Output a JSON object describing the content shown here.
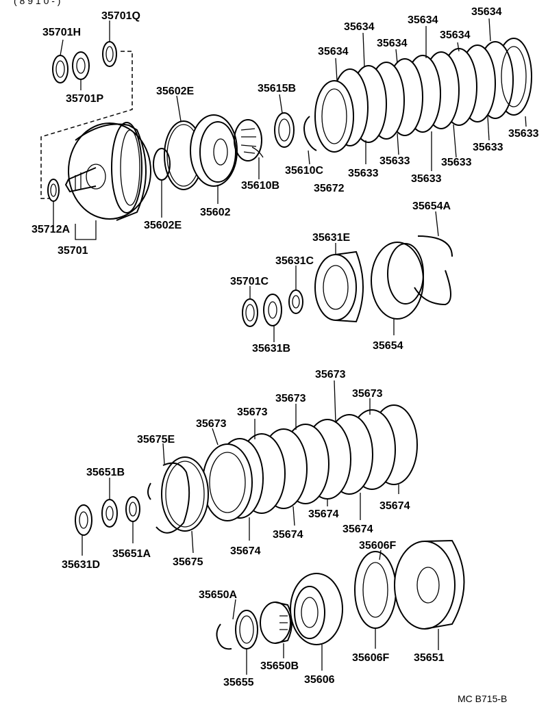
{
  "header_fragment": "( 8 9 1 0 -       )",
  "diagram_code": "MC B715-B",
  "parts": [
    {
      "id": "p1",
      "label": "35701H"
    },
    {
      "id": "p2",
      "label": "35701Q"
    },
    {
      "id": "p3",
      "label": "35701P"
    },
    {
      "id": "p4",
      "label": "35602E"
    },
    {
      "id": "p5",
      "label": "35615B"
    },
    {
      "id": "p6",
      "label": "35634"
    },
    {
      "id": "p7",
      "label": "35634"
    },
    {
      "id": "p8",
      "label": "35634"
    },
    {
      "id": "p9",
      "label": "35634"
    },
    {
      "id": "p10",
      "label": "35634"
    },
    {
      "id": "p11",
      "label": "35634"
    },
    {
      "id": "p12",
      "label": "35633"
    },
    {
      "id": "p13",
      "label": "35633"
    },
    {
      "id": "p14",
      "label": "35633"
    },
    {
      "id": "p15",
      "label": "35633"
    },
    {
      "id": "p16",
      "label": "35633"
    },
    {
      "id": "p17",
      "label": "35633"
    },
    {
      "id": "p18",
      "label": "35610C"
    },
    {
      "id": "p19",
      "label": "35672"
    },
    {
      "id": "p20",
      "label": "35610B"
    },
    {
      "id": "p21",
      "label": "35602"
    },
    {
      "id": "p22",
      "label": "35602E"
    },
    {
      "id": "p23",
      "label": "35712A"
    },
    {
      "id": "p24",
      "label": "35701"
    },
    {
      "id": "p25",
      "label": "35654A"
    },
    {
      "id": "p26",
      "label": "35631E"
    },
    {
      "id": "p27",
      "label": "35631C"
    },
    {
      "id": "p28",
      "label": "35701C"
    },
    {
      "id": "p29",
      "label": "35631B"
    },
    {
      "id": "p30",
      "label": "35654"
    },
    {
      "id": "p31",
      "label": "35673"
    },
    {
      "id": "p32",
      "label": "35673"
    },
    {
      "id": "p33",
      "label": "35673"
    },
    {
      "id": "p34",
      "label": "35673"
    },
    {
      "id": "p35",
      "label": "35673"
    },
    {
      "id": "p36",
      "label": "35675E"
    },
    {
      "id": "p37",
      "label": "35651B"
    },
    {
      "id": "p38",
      "label": "35674"
    },
    {
      "id": "p39",
      "label": "35674"
    },
    {
      "id": "p40",
      "label": "35674"
    },
    {
      "id": "p41",
      "label": "35674"
    },
    {
      "id": "p42",
      "label": "35674"
    },
    {
      "id": "p43",
      "label": "35631D"
    },
    {
      "id": "p44",
      "label": "35651A"
    },
    {
      "id": "p45",
      "label": "35675"
    },
    {
      "id": "p46",
      "label": "35606F"
    },
    {
      "id": "p47",
      "label": "35650A"
    },
    {
      "id": "p48",
      "label": "35650B"
    },
    {
      "id": "p49",
      "label": "35655"
    },
    {
      "id": "p50",
      "label": "35606"
    },
    {
      "id": "p51",
      "label": "35606F"
    },
    {
      "id": "p52",
      "label": "35651"
    }
  ]
}
